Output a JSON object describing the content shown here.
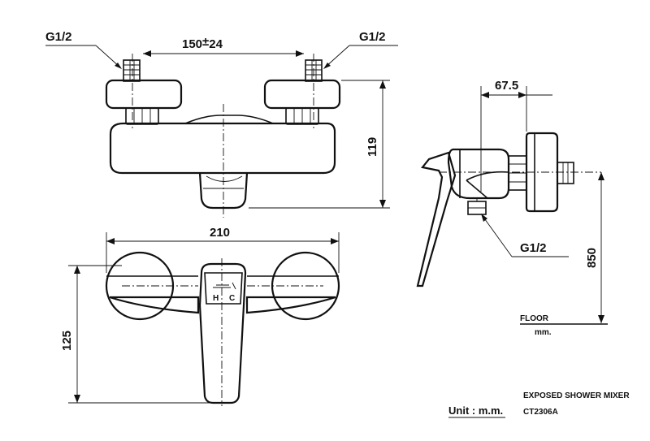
{
  "dimensions": {
    "thread_left": "G1/2",
    "thread_right": "G1/2",
    "thread_side": "G1/2",
    "center_distance_value": "150",
    "center_distance_tolerance": "±",
    "center_distance_range": "24",
    "height": "119",
    "width": "210",
    "front_height": "125",
    "depth": "67.5",
    "install_height": "850"
  },
  "floor": {
    "label": "FLOOR",
    "unit": "mm."
  },
  "handle": {
    "hot_label": "H",
    "cold_label": "C"
  },
  "title_block": {
    "product_type": "EXPOSED SHOWER MIXER",
    "unit_label": "Unit : m.m.",
    "model": "CT2306A"
  }
}
